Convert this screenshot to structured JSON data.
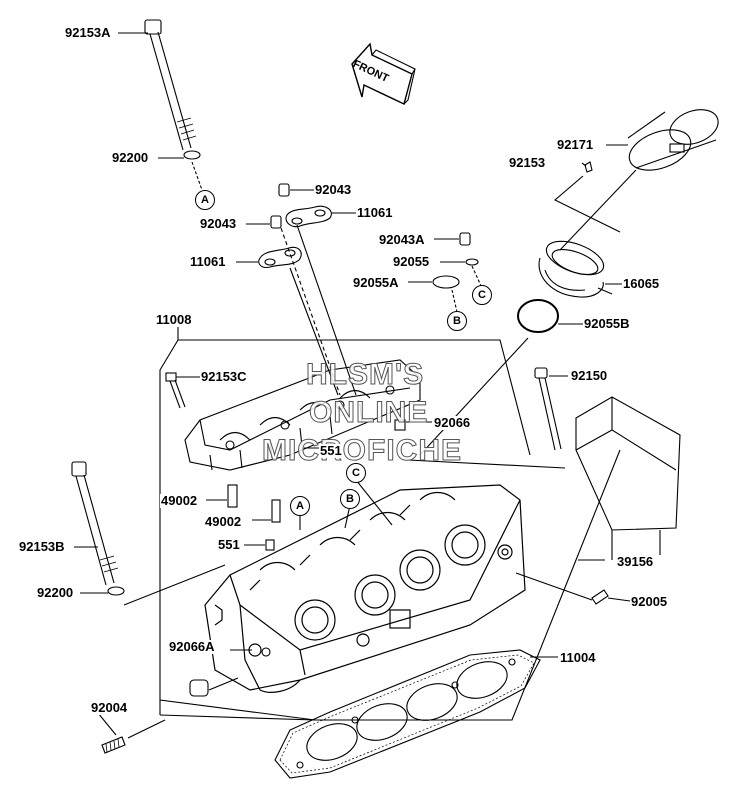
{
  "diagram": {
    "direction_label": "FRONT",
    "watermark": {
      "line1": "HLSM'S",
      "line2": "ONLINE",
      "line3": "MICROFICHE"
    },
    "callouts": {
      "c92153A": "92153A",
      "c92200_top": "92200",
      "c92043_a": "92043",
      "c92043_b": "92043",
      "c11061_a": "11061",
      "c11061_b": "11061",
      "c92043A": "92043A",
      "c92055": "92055",
      "c92055A": "92055A",
      "c92171": "92171",
      "c92153": "92153",
      "c16065": "16065",
      "c92055B": "92055B",
      "c11008": "11008",
      "c92153C": "92153C",
      "c92150": "92150",
      "c92066": "92066",
      "c551_a": "551",
      "c49002_a": "49002",
      "c49002_b": "49002",
      "c551_b": "551",
      "c92153B": "92153B",
      "c92200_bot": "92200",
      "c39156": "39156",
      "c92005": "92005",
      "c92066A": "92066A",
      "c11004": "11004",
      "c92004": "92004"
    },
    "ref_markers": {
      "A1": "A",
      "B1": "B",
      "C1": "C",
      "A2": "A",
      "B2": "B",
      "C2": "C"
    }
  }
}
